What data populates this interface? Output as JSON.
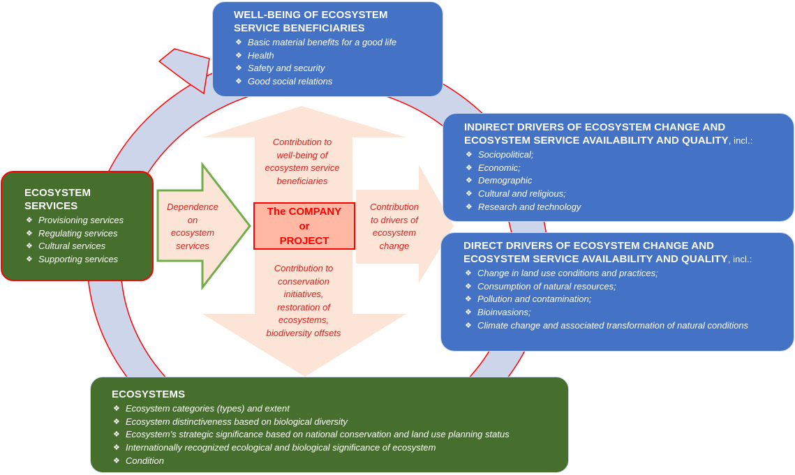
{
  "wellbeing": {
    "title_line1": "WELL-BEING OF ECOSYSTEM",
    "title_line2": "SERVICE BENEFICIARIES",
    "items": [
      "Basic material benefits for a good life",
      "Health",
      "Safety and security",
      "Good social relations"
    ]
  },
  "indirect": {
    "title_line1": "INDIRECT DRIVERS OF ECOSYSTEM CHANGE AND",
    "title_line2": "ECOSYSTEM SERVICE AVAILABILITY AND QUALITY",
    "incl": ", incl.:",
    "items": [
      "Sociopolitical;",
      "Economic;",
      "Demographic",
      "Cultural and religious;",
      "Research and technology"
    ]
  },
  "direct": {
    "title_line1": "DIRECT DRIVERS OF ECOSYSTEM CHANGE AND",
    "title_line2": "ECOSYSTEM SERVICE AVAILABILITY AND QUALITY",
    "incl": ", incl.:",
    "items": [
      "Change in land use conditions and practices;",
      "Consumption of natural resources;",
      "Pollution and contamination;",
      "Bioinvasions;",
      "Climate change and associated transformation of natural conditions"
    ]
  },
  "services": {
    "title_line1": "ECOSYSTEM",
    "title_line2": "SERVICES",
    "items": [
      "Provisioning services",
      "Regulating services",
      "Cultural services",
      "Supporting services"
    ]
  },
  "ecosystems": {
    "title": "ECOSYSTEMS",
    "items": [
      "Ecosystem categories (types) and extent",
      "Ecosystem distinctiveness based on biological diversity",
      "Ecosystem’s strategic significance based on national conservation and land use planning status",
      "Internationally recognized ecological and biological significance of ecosystem",
      "Condition"
    ]
  },
  "company": {
    "line1": "The COMPANY",
    "line2": "or",
    "line3": "PROJECT"
  },
  "labels": {
    "dependence": [
      "Dependence",
      "on",
      "ecosystem",
      "services"
    ],
    "wellbeing_contrib": [
      "Contribution to",
      "well-being of",
      "ecosystem service",
      "beneficiaries"
    ],
    "drivers_contrib": [
      "Contribution",
      "to drivers of",
      "ecosystem",
      "change"
    ],
    "conservation_contrib": [
      "Contribution to",
      "conservation",
      "initiatives,",
      "restoration of",
      "ecosystems,",
      "biodiversity offsets"
    ]
  },
  "colors": {
    "blue_box": "#4472c4",
    "green_box": "#466e2c",
    "ring": "#ccd5ea",
    "ring_edge": "#ff0000",
    "arrow_fill": "#fce4d6",
    "green_arrow": "#70ad47",
    "label_red": "#e0201e"
  }
}
